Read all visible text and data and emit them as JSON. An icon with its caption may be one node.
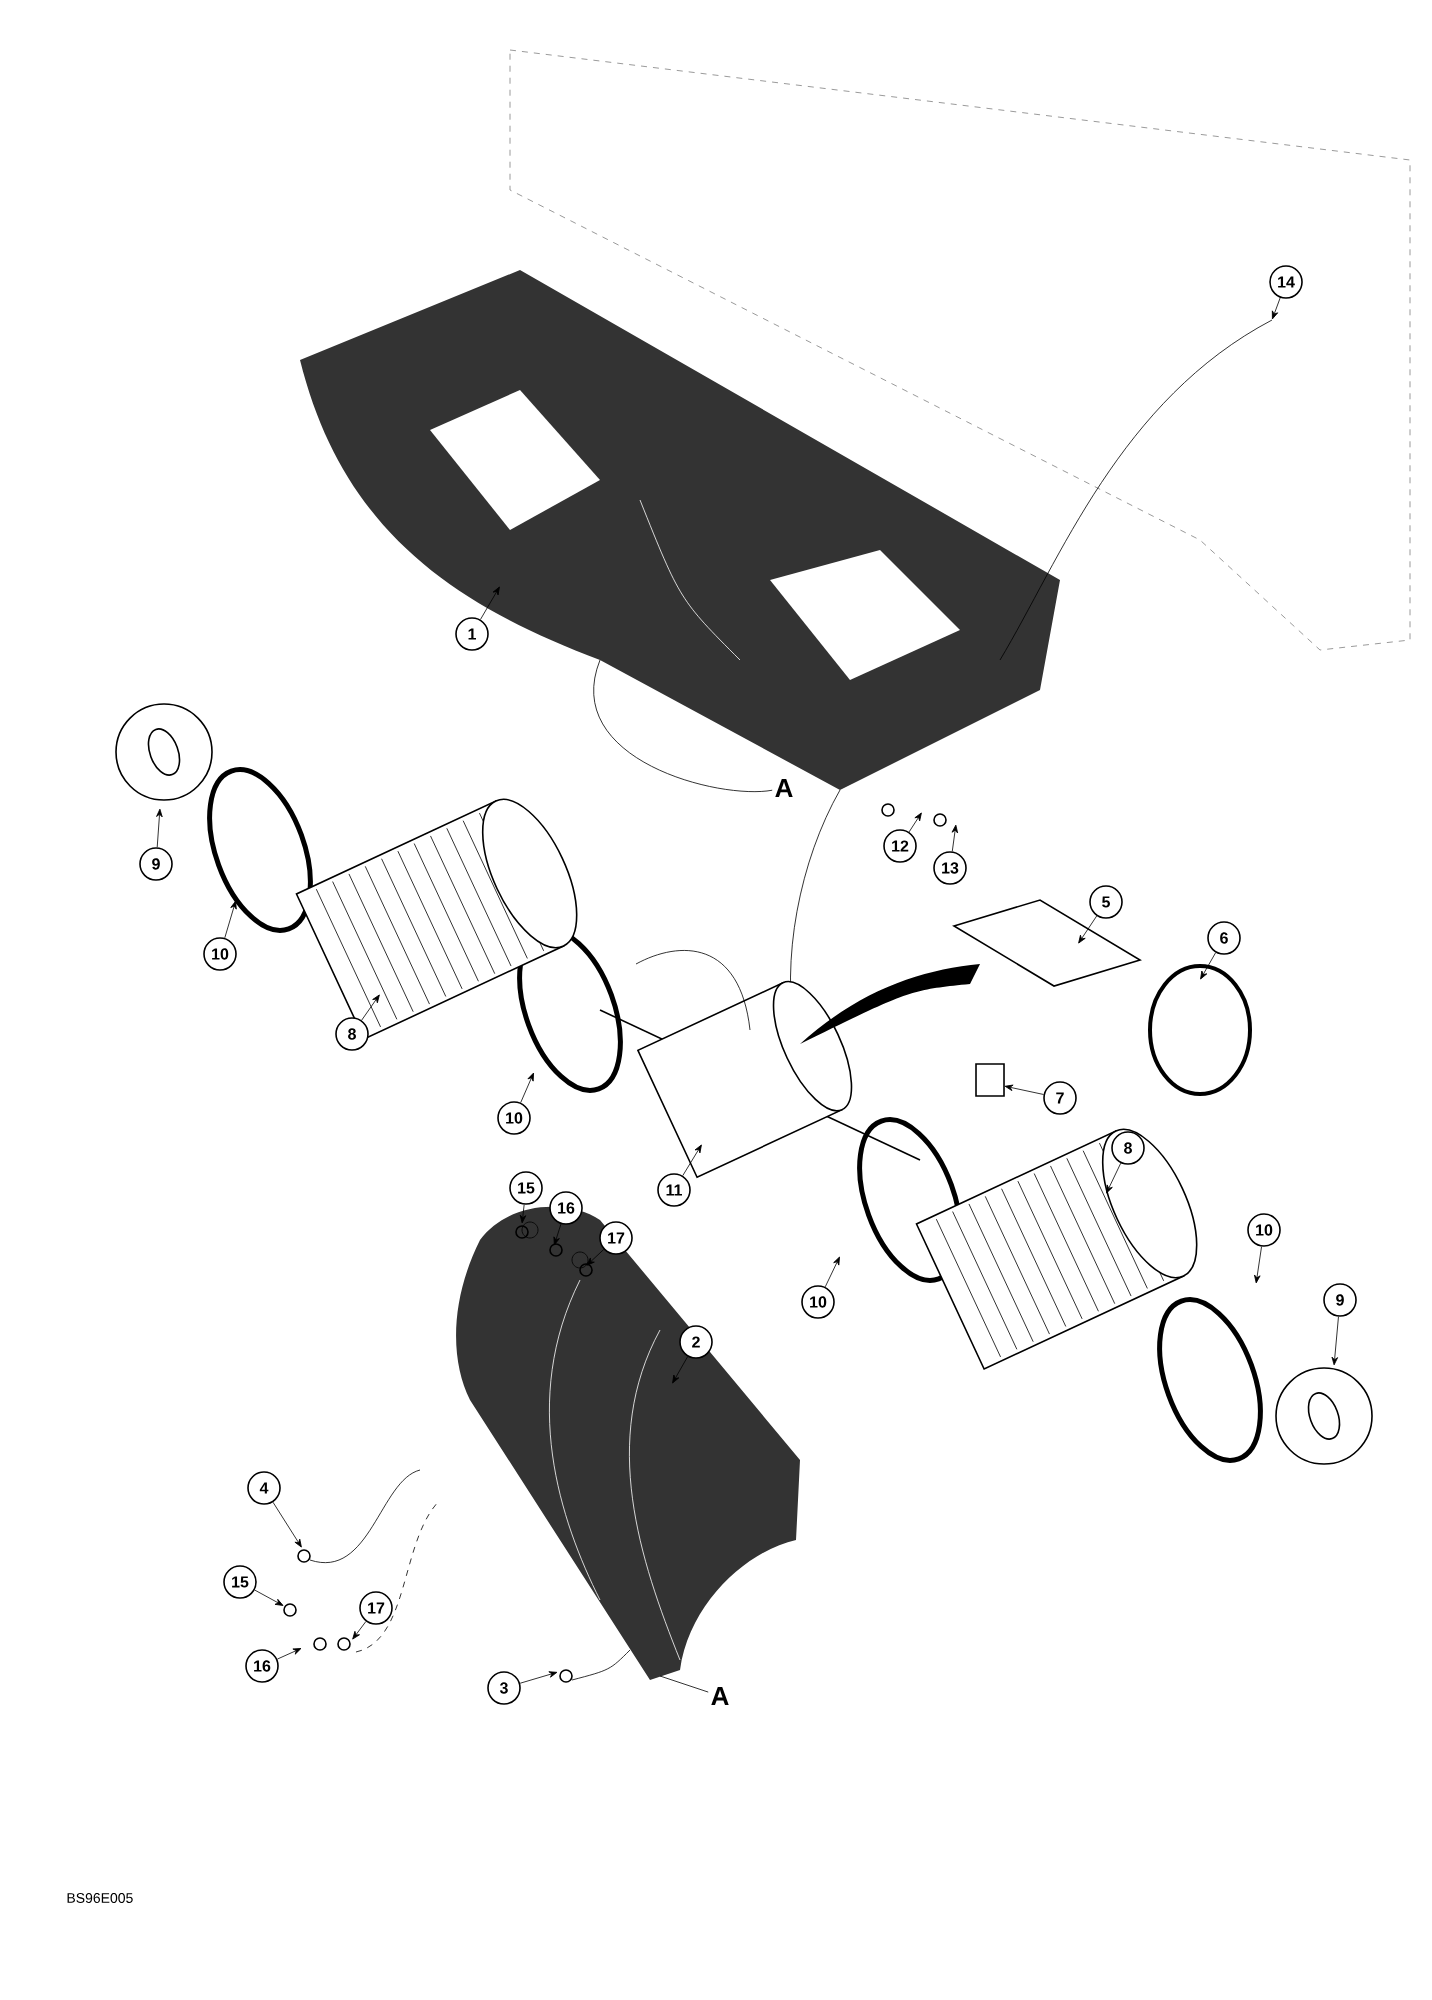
{
  "diagram": {
    "nodes": [
      {
        "text": [
          "14"
        ]
      },
      {
        "text": [
          "1"
        ]
      },
      {
        "text": [
          "12"
        ]
      },
      {
        "text": [
          "9"
        ]
      },
      {
        "text": [
          "13"
        ]
      },
      {
        "text": [
          "5"
        ]
      },
      {
        "text": [
          "6"
        ]
      },
      {
        "text": [
          "10"
        ]
      },
      {
        "text": [
          "8"
        ]
      },
      {
        "text": [
          "7"
        ]
      },
      {
        "text": [
          "10"
        ]
      },
      {
        "text": [
          "8"
        ]
      },
      {
        "text": [
          "15"
        ]
      },
      {
        "text": [
          "11"
        ]
      },
      {
        "text": [
          "16"
        ]
      },
      {
        "text": [
          "10"
        ]
      },
      {
        "text": [
          "17"
        ]
      },
      {
        "text": [
          "9"
        ]
      },
      {
        "text": [
          "10"
        ]
      },
      {
        "text": [
          "2"
        ]
      },
      {
        "text": [
          "4"
        ]
      },
      {
        "text": [
          "15"
        ]
      },
      {
        "text": [
          "17"
        ]
      },
      {
        "text": [
          "16"
        ]
      },
      {
        "text": [
          "3"
        ]
      },
      {
        "text": [
          "A"
        ]
      },
      {
        "text": [
          "A"
        ]
      }
    ],
    "edges": [
      {
        "from": 0,
        "to": null,
        "arrow": "to"
      },
      {
        "from": 1,
        "to": null,
        "arrow": "to"
      },
      {
        "from": 2,
        "to": null,
        "arrow": "to"
      },
      {
        "from": 3,
        "to": null,
        "arrow": "to"
      },
      {
        "from": 4,
        "to": null,
        "arrow": "to"
      },
      {
        "from": 5,
        "to": null,
        "arrow": "to"
      },
      {
        "from": 6,
        "to": null,
        "arrow": "to"
      },
      {
        "from": 7,
        "to": null,
        "arrow": "to"
      },
      {
        "from": 8,
        "to": null,
        "arrow": "to"
      },
      {
        "from": 9,
        "to": null,
        "arrow": "to"
      },
      {
        "from": 10,
        "to": null,
        "arrow": "to"
      },
      {
        "from": 11,
        "to": null,
        "arrow": "to"
      },
      {
        "from": 12,
        "to": null,
        "arrow": "to"
      },
      {
        "from": 13,
        "to": null,
        "arrow": "to"
      },
      {
        "from": 14,
        "to": null,
        "arrow": "to"
      },
      {
        "from": 15,
        "to": null,
        "arrow": "to"
      },
      {
        "from": 16,
        "to": null,
        "arrow": "to"
      },
      {
        "from": 17,
        "to": null,
        "arrow": "to"
      },
      {
        "from": 18,
        "to": null,
        "arrow": "to"
      },
      {
        "from": 19,
        "to": null,
        "arrow": "to"
      },
      {
        "from": 20,
        "to": null,
        "arrow": "to"
      },
      {
        "from": 21,
        "to": null,
        "arrow": "to"
      },
      {
        "from": 22,
        "to": null,
        "arrow": "to"
      },
      {
        "from": 23,
        "to": null,
        "arrow": "to"
      },
      {
        "from": 24,
        "to": null,
        "arrow": "to"
      },
      {
        "from": 25,
        "to": null,
        "arrow": "none"
      },
      {
        "from": 26,
        "to": null,
        "arrow": "none"
      }
    ],
    "labels": [
      "BS96E005"
    ]
  }
}
